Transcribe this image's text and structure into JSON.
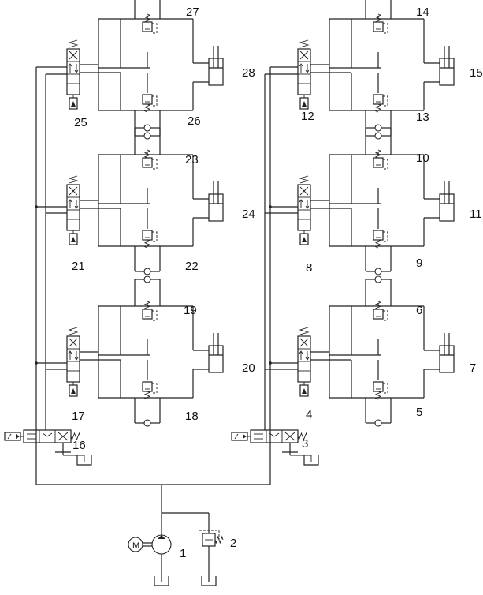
{
  "labels": {
    "l1": "1",
    "l2": "2",
    "l3": "3",
    "l4": "4",
    "l5": "5",
    "l6": "6",
    "l7": "7",
    "l8": "8",
    "l9": "9",
    "l10": "10",
    "l11": "11",
    "l12": "12",
    "l13": "13",
    "l14": "14",
    "l15": "15",
    "l16": "16",
    "l17": "17",
    "l18": "18",
    "l19": "19",
    "l20": "20",
    "l21": "21",
    "l22": "22",
    "l23": "23",
    "l24": "24",
    "l25": "25",
    "l26": "26",
    "l27": "27",
    "l28": "28"
  },
  "symbols": {
    "motor": "M"
  },
  "colors": {
    "line": "#222222",
    "background": "#ffffff"
  }
}
